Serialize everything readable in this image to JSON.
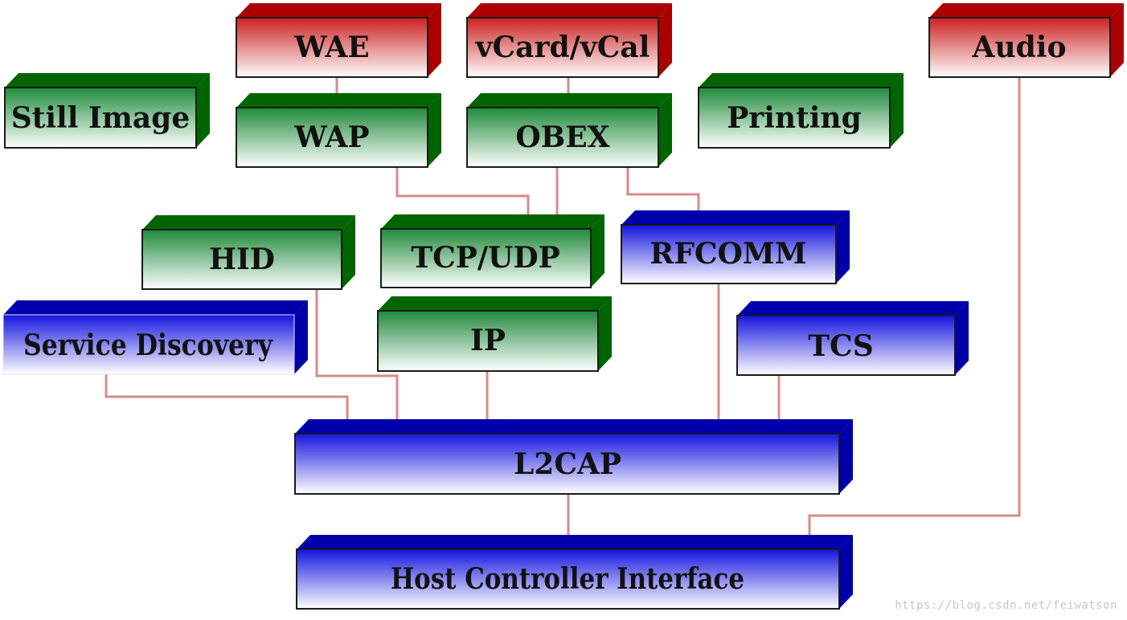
{
  "colors": {
    "red": {
      "side": "#aa0000",
      "grad_top": "#cc2020",
      "grad_bottom": "#ffffff"
    },
    "green": {
      "side": "#006400",
      "grad_top": "#1f8a3a",
      "grad_bottom": "#ffffff"
    },
    "blue": {
      "side": "#0000aa",
      "grad_top": "#1515e0",
      "grad_bottom": "#ffffff"
    },
    "connector": "#d98a8a"
  },
  "boxes": [
    {
      "id": "wae",
      "label": "WAE",
      "color": "red"
    },
    {
      "id": "vcard",
      "label": "vCard/vCal",
      "color": "red"
    },
    {
      "id": "audio",
      "label": "Audio",
      "color": "red"
    },
    {
      "id": "still-image",
      "label": "Still Image",
      "color": "green"
    },
    {
      "id": "wap",
      "label": "WAP",
      "color": "green"
    },
    {
      "id": "obex",
      "label": "OBEX",
      "color": "green"
    },
    {
      "id": "printing",
      "label": "Printing",
      "color": "green"
    },
    {
      "id": "hid",
      "label": "HID",
      "color": "green"
    },
    {
      "id": "tcp-udp",
      "label": "TCP/UDP",
      "color": "green"
    },
    {
      "id": "rfcomm",
      "label": "RFCOMM",
      "color": "blue"
    },
    {
      "id": "service-discovery",
      "label": "Service Discovery",
      "color": "blue"
    },
    {
      "id": "ip",
      "label": "IP",
      "color": "green"
    },
    {
      "id": "tcs",
      "label": "TCS",
      "color": "blue"
    },
    {
      "id": "l2cap",
      "label": "L2CAP",
      "color": "blue"
    },
    {
      "id": "hci",
      "label": "Host Controller Interface",
      "color": "blue"
    }
  ],
  "connections": [
    {
      "from": "wae",
      "to": "wap"
    },
    {
      "from": "vcard",
      "to": "obex"
    },
    {
      "from": "wap",
      "to": "tcp-udp"
    },
    {
      "from": "obex",
      "to": "tcp-udp"
    },
    {
      "from": "obex",
      "to": "rfcomm"
    },
    {
      "from": "hid",
      "to": "l2cap"
    },
    {
      "from": "service-discovery",
      "to": "l2cap"
    },
    {
      "from": "ip",
      "to": "l2cap"
    },
    {
      "from": "rfcomm",
      "to": "l2cap"
    },
    {
      "from": "tcs",
      "to": "l2cap"
    },
    {
      "from": "l2cap",
      "to": "hci"
    },
    {
      "from": "audio",
      "to": "hci"
    }
  ],
  "watermark": "https://blog.csdn.net/feiwatson"
}
